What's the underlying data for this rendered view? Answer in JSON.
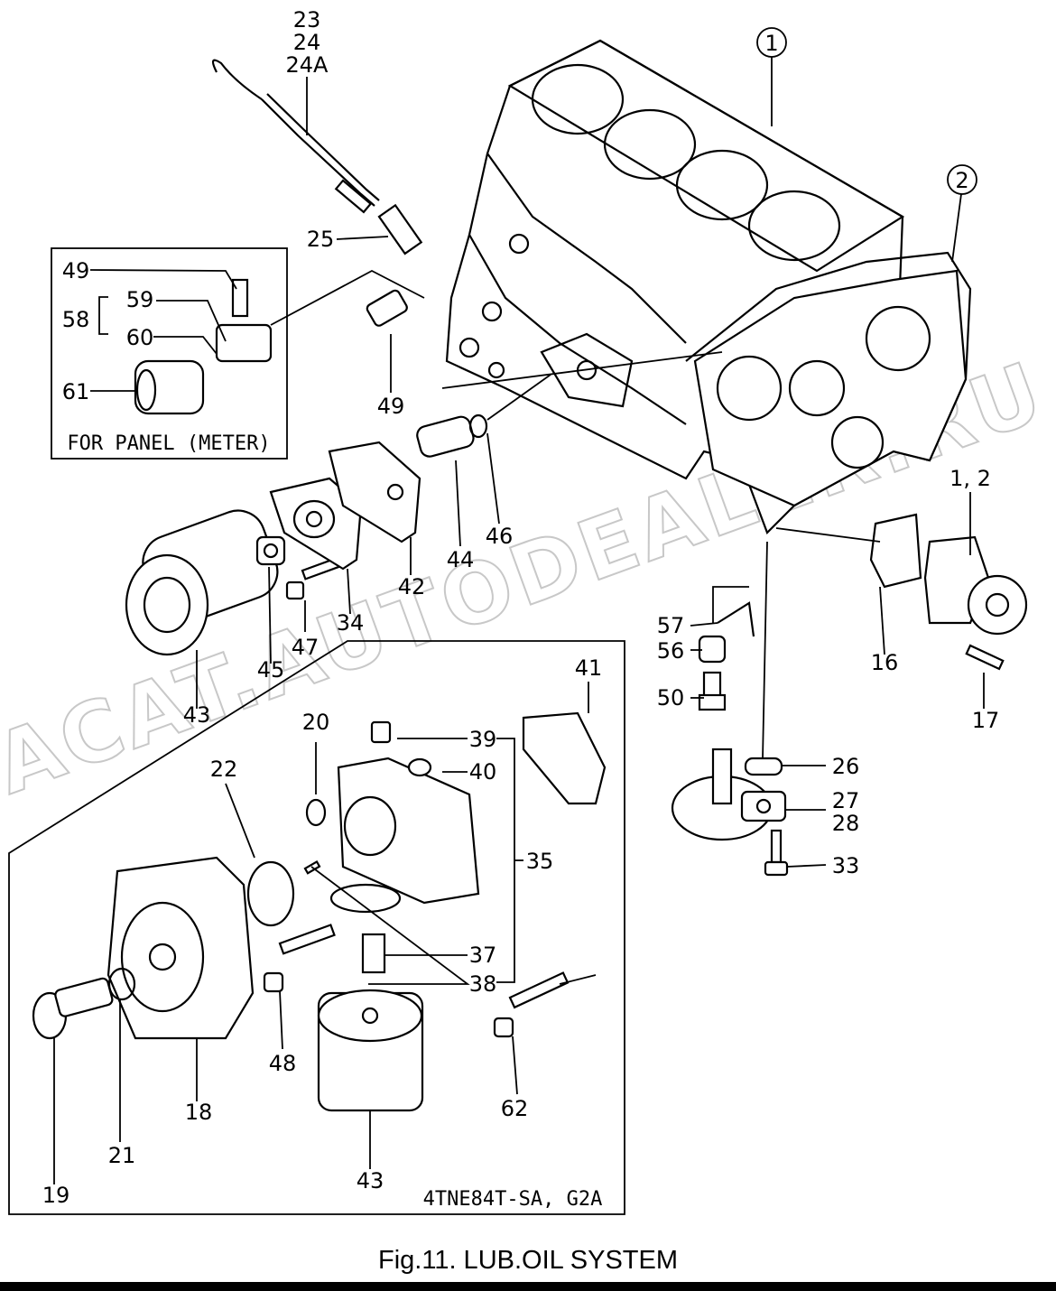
{
  "figure": {
    "caption": "Fig.11.  LUB.OIL SYSTEM",
    "panel_inset_label": "FOR PANEL (METER)",
    "variant_inset_label": "4TNE84T-SA, G2A",
    "watermark": "ACAT.AUTODEALER.RU"
  },
  "callouts": {
    "c23": "23",
    "c24": "24",
    "c24a": "24A",
    "c1": "1",
    "c2": "2",
    "c25": "25",
    "c49a": "49",
    "c58": "58",
    "c59": "59",
    "c60": "60",
    "c61": "61",
    "c49b": "49",
    "c42": "42",
    "c44": "44",
    "c46": "46",
    "c34": "34",
    "c47": "47",
    "c45": "45",
    "c43a": "43",
    "c12": "1, 2",
    "c16": "16",
    "c17": "17",
    "c57": "57",
    "c56": "56",
    "c50": "50",
    "c26": "26",
    "c27": "27",
    "c28": "28",
    "c33": "33",
    "c41": "41",
    "c39": "39",
    "c40": "40",
    "c35": "35",
    "c37": "37",
    "c38": "38",
    "c20": "20",
    "c22": "22",
    "c48": "48",
    "c62": "62",
    "c18": "18",
    "c21": "21",
    "c19": "19",
    "c43b": "43"
  }
}
